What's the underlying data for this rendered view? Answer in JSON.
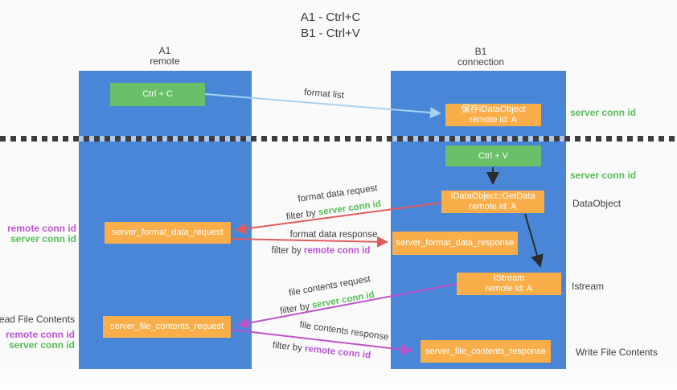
{
  "title": {
    "line1": "A1 - Ctrl+C",
    "line2": "B1 - Ctrl+V"
  },
  "lifelines": {
    "a1": {
      "name": "A1",
      "role": "remote"
    },
    "b1": {
      "name": "B1",
      "role": "connection"
    }
  },
  "boxes": {
    "ctrl_c": "Ctrl + C",
    "save_idataobject": {
      "line1": "保存IDataObject",
      "line2": "remote id: A"
    },
    "ctrl_v": "Ctrl + V",
    "getdata": {
      "line1": "IDataObject::GetData",
      "line2": "remote id: A"
    },
    "format_request": "server_format_data_request",
    "format_response": "server_format_data_response",
    "istream": {
      "line1": "IStream",
      "line2": "remote id: A"
    },
    "file_request": "server_file_contents_request",
    "file_response": "server_file_contents_response"
  },
  "arrow_labels": {
    "format_list": "format list",
    "format_data_request": "format data request",
    "format_data_response": "format data response",
    "file_contents_request": "file contents request",
    "file_contents_response": "file contents response",
    "filter_by": "filter by ",
    "server_conn_id": "server conn id",
    "remote_conn_id": "remote conn id"
  },
  "side_labels": {
    "server_conn_id": "server conn id",
    "remote_conn_id": "remote conn id",
    "dataobject": "DataObject",
    "istream": "Istream",
    "read_file_contents": "Read File Contents",
    "write_file_contents": "Write File Contents"
  },
  "colors": {
    "column_blue": "#4a86d8",
    "box_green": "#6abf69",
    "box_orange": "#f9ae49",
    "arrow_light_blue": "#a6d3f2",
    "arrow_red": "#e05c5c",
    "arrow_magenta": "#bf52c8",
    "arrow_black": "#2b2b2b",
    "text_green": "#57bd57",
    "text_purple": "#bb55d3",
    "text_dark": "#3c3c3c",
    "divider_dark": "#3d3d3d"
  }
}
